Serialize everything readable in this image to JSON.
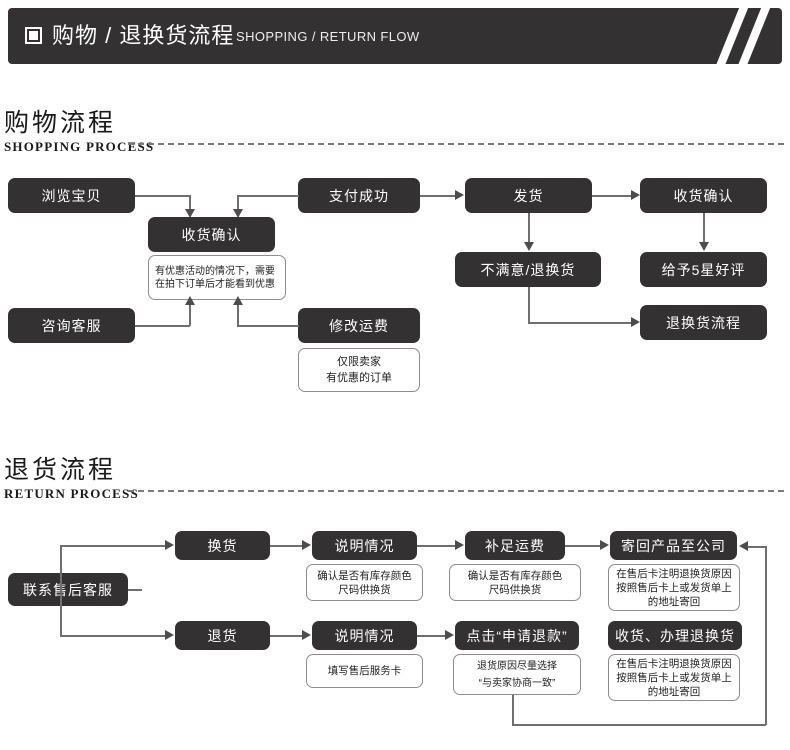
{
  "header": {
    "icon": "square-outline-icon",
    "title_cn": "购物 / 退换货流程",
    "title_en": "SHOPPING / RETURN FLOW",
    "background": "#333132",
    "stripe_color": "#ffffff"
  },
  "sections": [
    {
      "title_cn": "购物流程",
      "title_en": "SHOPPING PROCESS"
    },
    {
      "title_cn": "退货流程",
      "title_en": "RETURN PROCESS"
    }
  ],
  "shopping_flow": {
    "nodes": {
      "browse": "浏览宝贝",
      "confirm_mid": "收货确认",
      "pay_success": "支付成功",
      "ship": "发货",
      "confirm_right": "收货确认",
      "contact_service": "咨询客服",
      "modify_freight": "修改运费",
      "unsatisfied": "不满意/退换货",
      "five_star": "给予5星好评",
      "return_flow": "退换货流程"
    },
    "notes": {
      "discount": "有优惠活动的情况下，需要在拍下订单后才能看到优惠",
      "seller_only": "仅限卖家\n有优惠的订单"
    }
  },
  "return_flow": {
    "nodes": {
      "after_sales": "联系售后客服",
      "exchange": "换货",
      "explain_1": "说明情况",
      "extra_freight": "补足运费",
      "send_back": "寄回产品至公司",
      "refund": "退货",
      "explain_2": "说明情况",
      "apply_refund": "点击“申请退款”",
      "receive_handle": "收货、办理退换货"
    },
    "notes": {
      "stock_check_1": "确认是否有库存颜色\n尺码供换货",
      "stock_check_2": "确认是否有库存颜色\n尺码供换货",
      "ship_back_1": "在售后卡注明退换货原因\n按照售后卡上或发货单上\n的地址寄回",
      "service_card": "填写售后服务卡",
      "refund_reason": "退货原因尽量选择\n“与卖家协商一致”",
      "ship_back_2": "在售后卡注明退换货原因\n按照售后卡上或发货单上\n的地址寄回"
    }
  },
  "colors": {
    "node_bg": "#333132",
    "line": "#6f6f6f",
    "text_light": "#ffffff"
  }
}
